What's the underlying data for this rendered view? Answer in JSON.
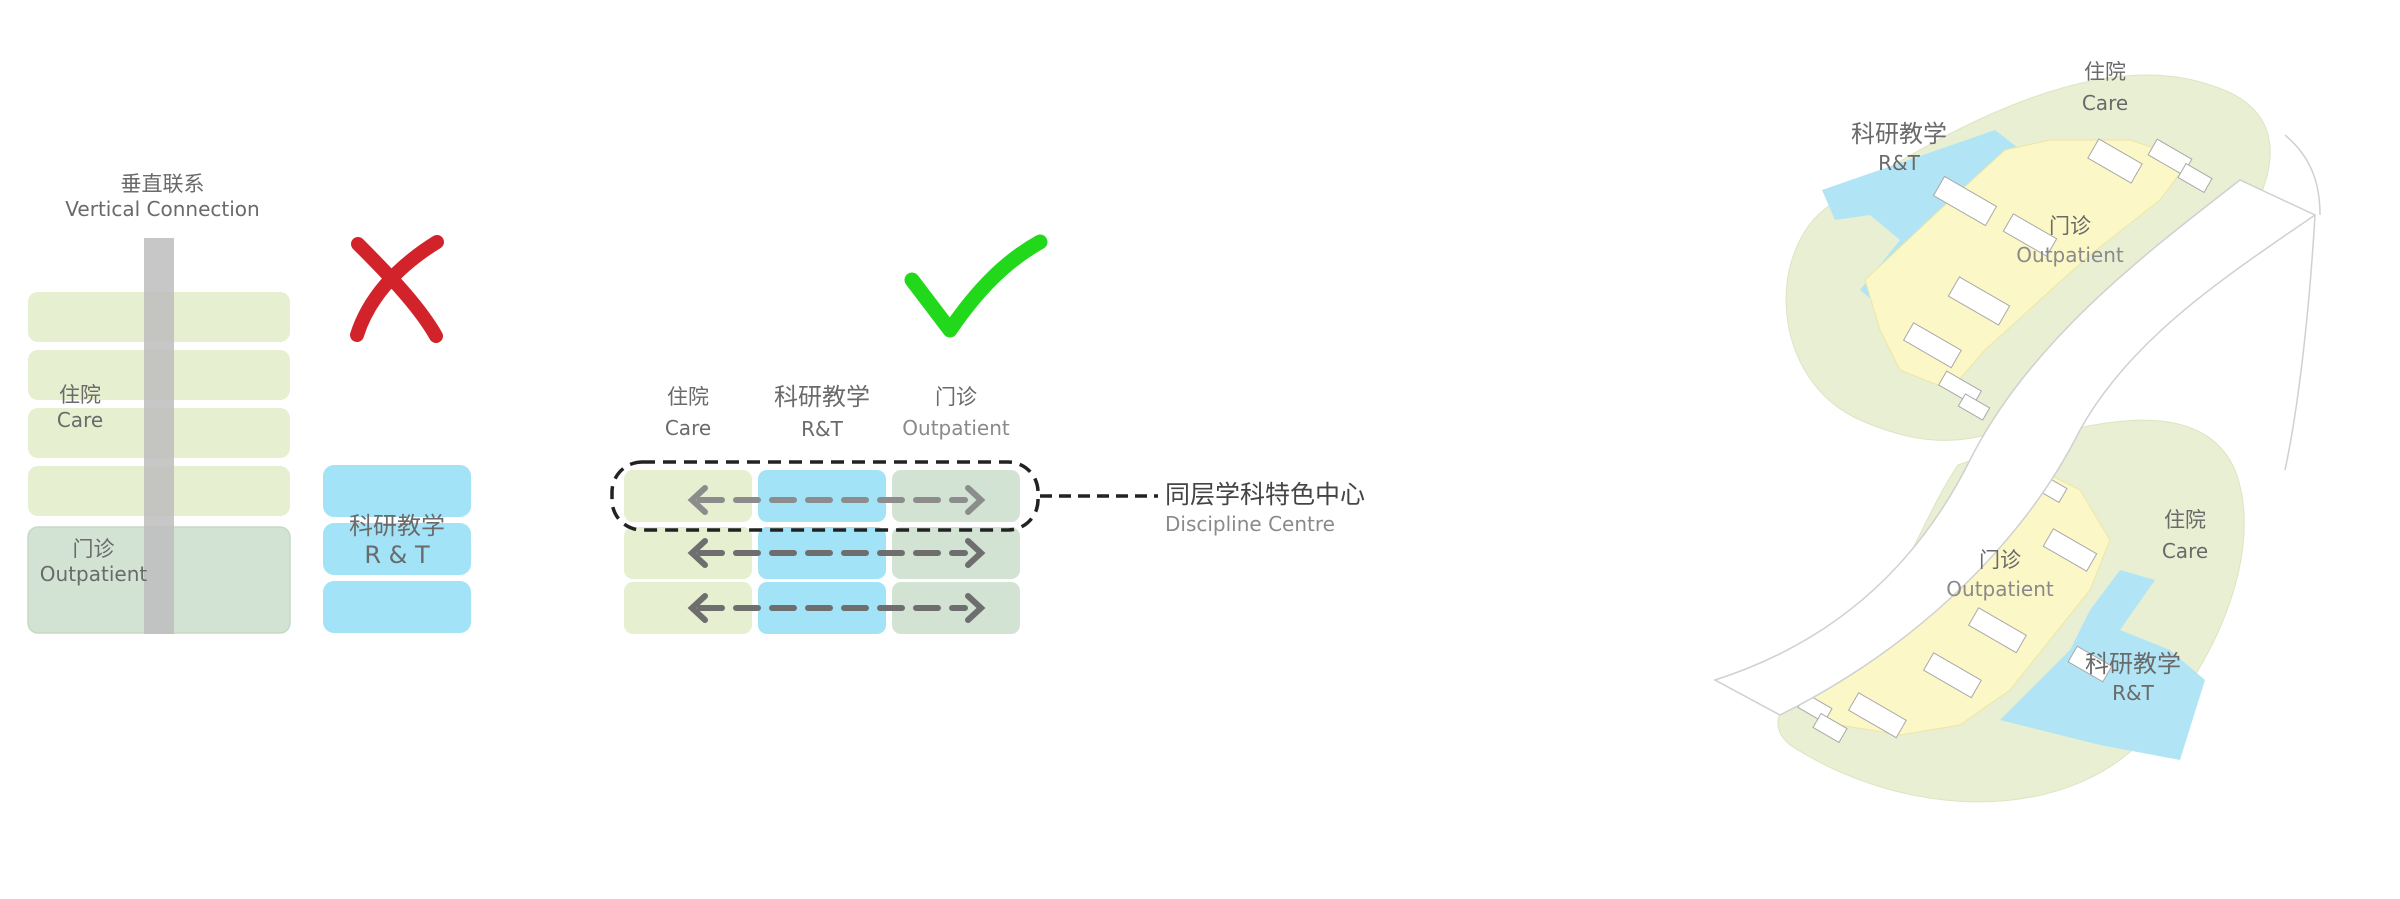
{
  "panel_wrong": {
    "vertical": {
      "zh": "垂直联系",
      "en": "Vertical Connection"
    },
    "care": {
      "zh": "住院",
      "en": "Care"
    },
    "outpatient": {
      "zh": "门诊",
      "en": "Outpatient"
    },
    "rt": {
      "zh": "科研教学",
      "en": "R & T"
    },
    "mark_icon": "cross-icon",
    "mark_color": "#d3232a"
  },
  "panel_right": {
    "care": {
      "zh": "住院",
      "en": "Care"
    },
    "rt": {
      "zh": "科研教学",
      "en": "R&T"
    },
    "outpatient": {
      "zh": "门诊",
      "en": "Outpatient"
    },
    "callout": {
      "zh": "同层学科特色中心",
      "en": "Discipline Centre"
    },
    "mark_icon": "check-icon",
    "mark_color": "#22d81a"
  },
  "plan": {
    "top": {
      "care": {
        "zh": "住院",
        "en": "Care"
      },
      "rt": {
        "zh": "科研教学",
        "en": "R&T"
      },
      "outpatient": {
        "zh": "门诊",
        "en": "Outpatient"
      }
    },
    "bottom": {
      "care": {
        "zh": "住院",
        "en": "Care"
      },
      "rt": {
        "zh": "科研教学",
        "en": "R&T"
      },
      "outpatient": {
        "zh": "门诊",
        "en": "Outpatient"
      }
    }
  },
  "colors": {
    "care": "#e6efcf",
    "outpatient": "#d2e3d3",
    "rt": "#a2e3f7",
    "vertical_bar": "#bdbdbd",
    "plan_care": "#e9efd2",
    "plan_outpatient": "#fbf7c6",
    "plan_rt": "#b1e5f6"
  }
}
